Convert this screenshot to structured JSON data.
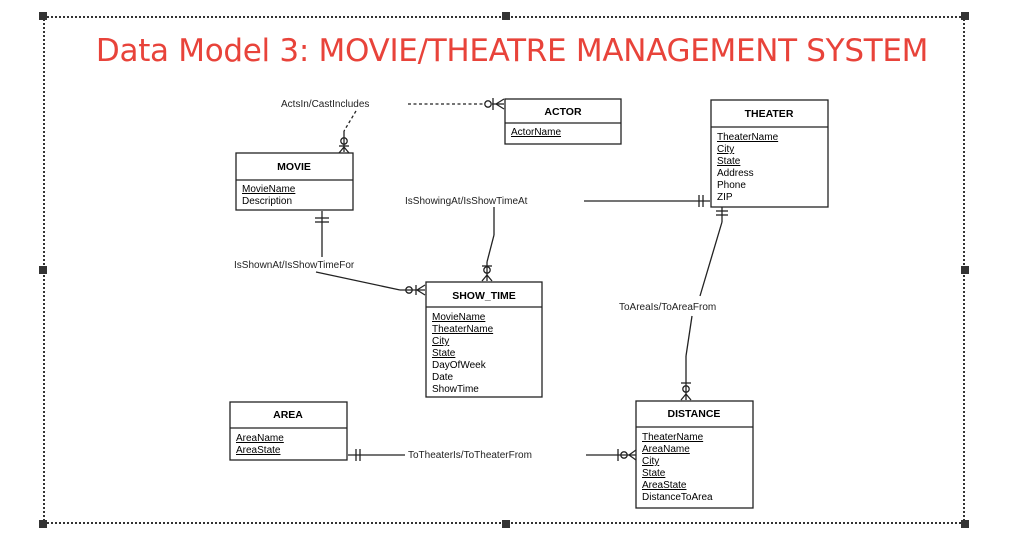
{
  "title": "Data Model 3: MOVIE/THEATRE MANAGEMENT SYSTEM",
  "entities": {
    "actor": {
      "name": "ACTOR",
      "attributes": [
        "ActorName"
      ]
    },
    "theater": {
      "name": "THEATER",
      "attributes": [
        "TheaterName",
        "City",
        "State",
        "Address",
        "Phone",
        "ZIP"
      ]
    },
    "movie": {
      "name": "MOVIE",
      "attributes": [
        "MovieName",
        "Description"
      ]
    },
    "show_time": {
      "name": "SHOW_TIME",
      "attributes": [
        "MovieName",
        "TheaterName",
        "City",
        "State",
        "DayOfWeek",
        "Date",
        "ShowTime"
      ]
    },
    "area": {
      "name": "AREA",
      "attributes": [
        "AreaName",
        "AreaState"
      ]
    },
    "distance": {
      "name": "DISTANCE",
      "attributes": [
        "TheaterName",
        "AreaName",
        "City",
        "State",
        "AreaState",
        "DistanceToArea"
      ]
    }
  },
  "relationships": {
    "acts_in": "ActsIn/CastIncludes",
    "is_showing_at": "IsShowingAt/IsShowTimeAt",
    "is_shown_at": "IsShownAt/IsShowTimeFor",
    "to_area": "ToAreaIs/ToAreaFrom",
    "to_theater": "ToTheaterIs/ToTheaterFrom"
  }
}
